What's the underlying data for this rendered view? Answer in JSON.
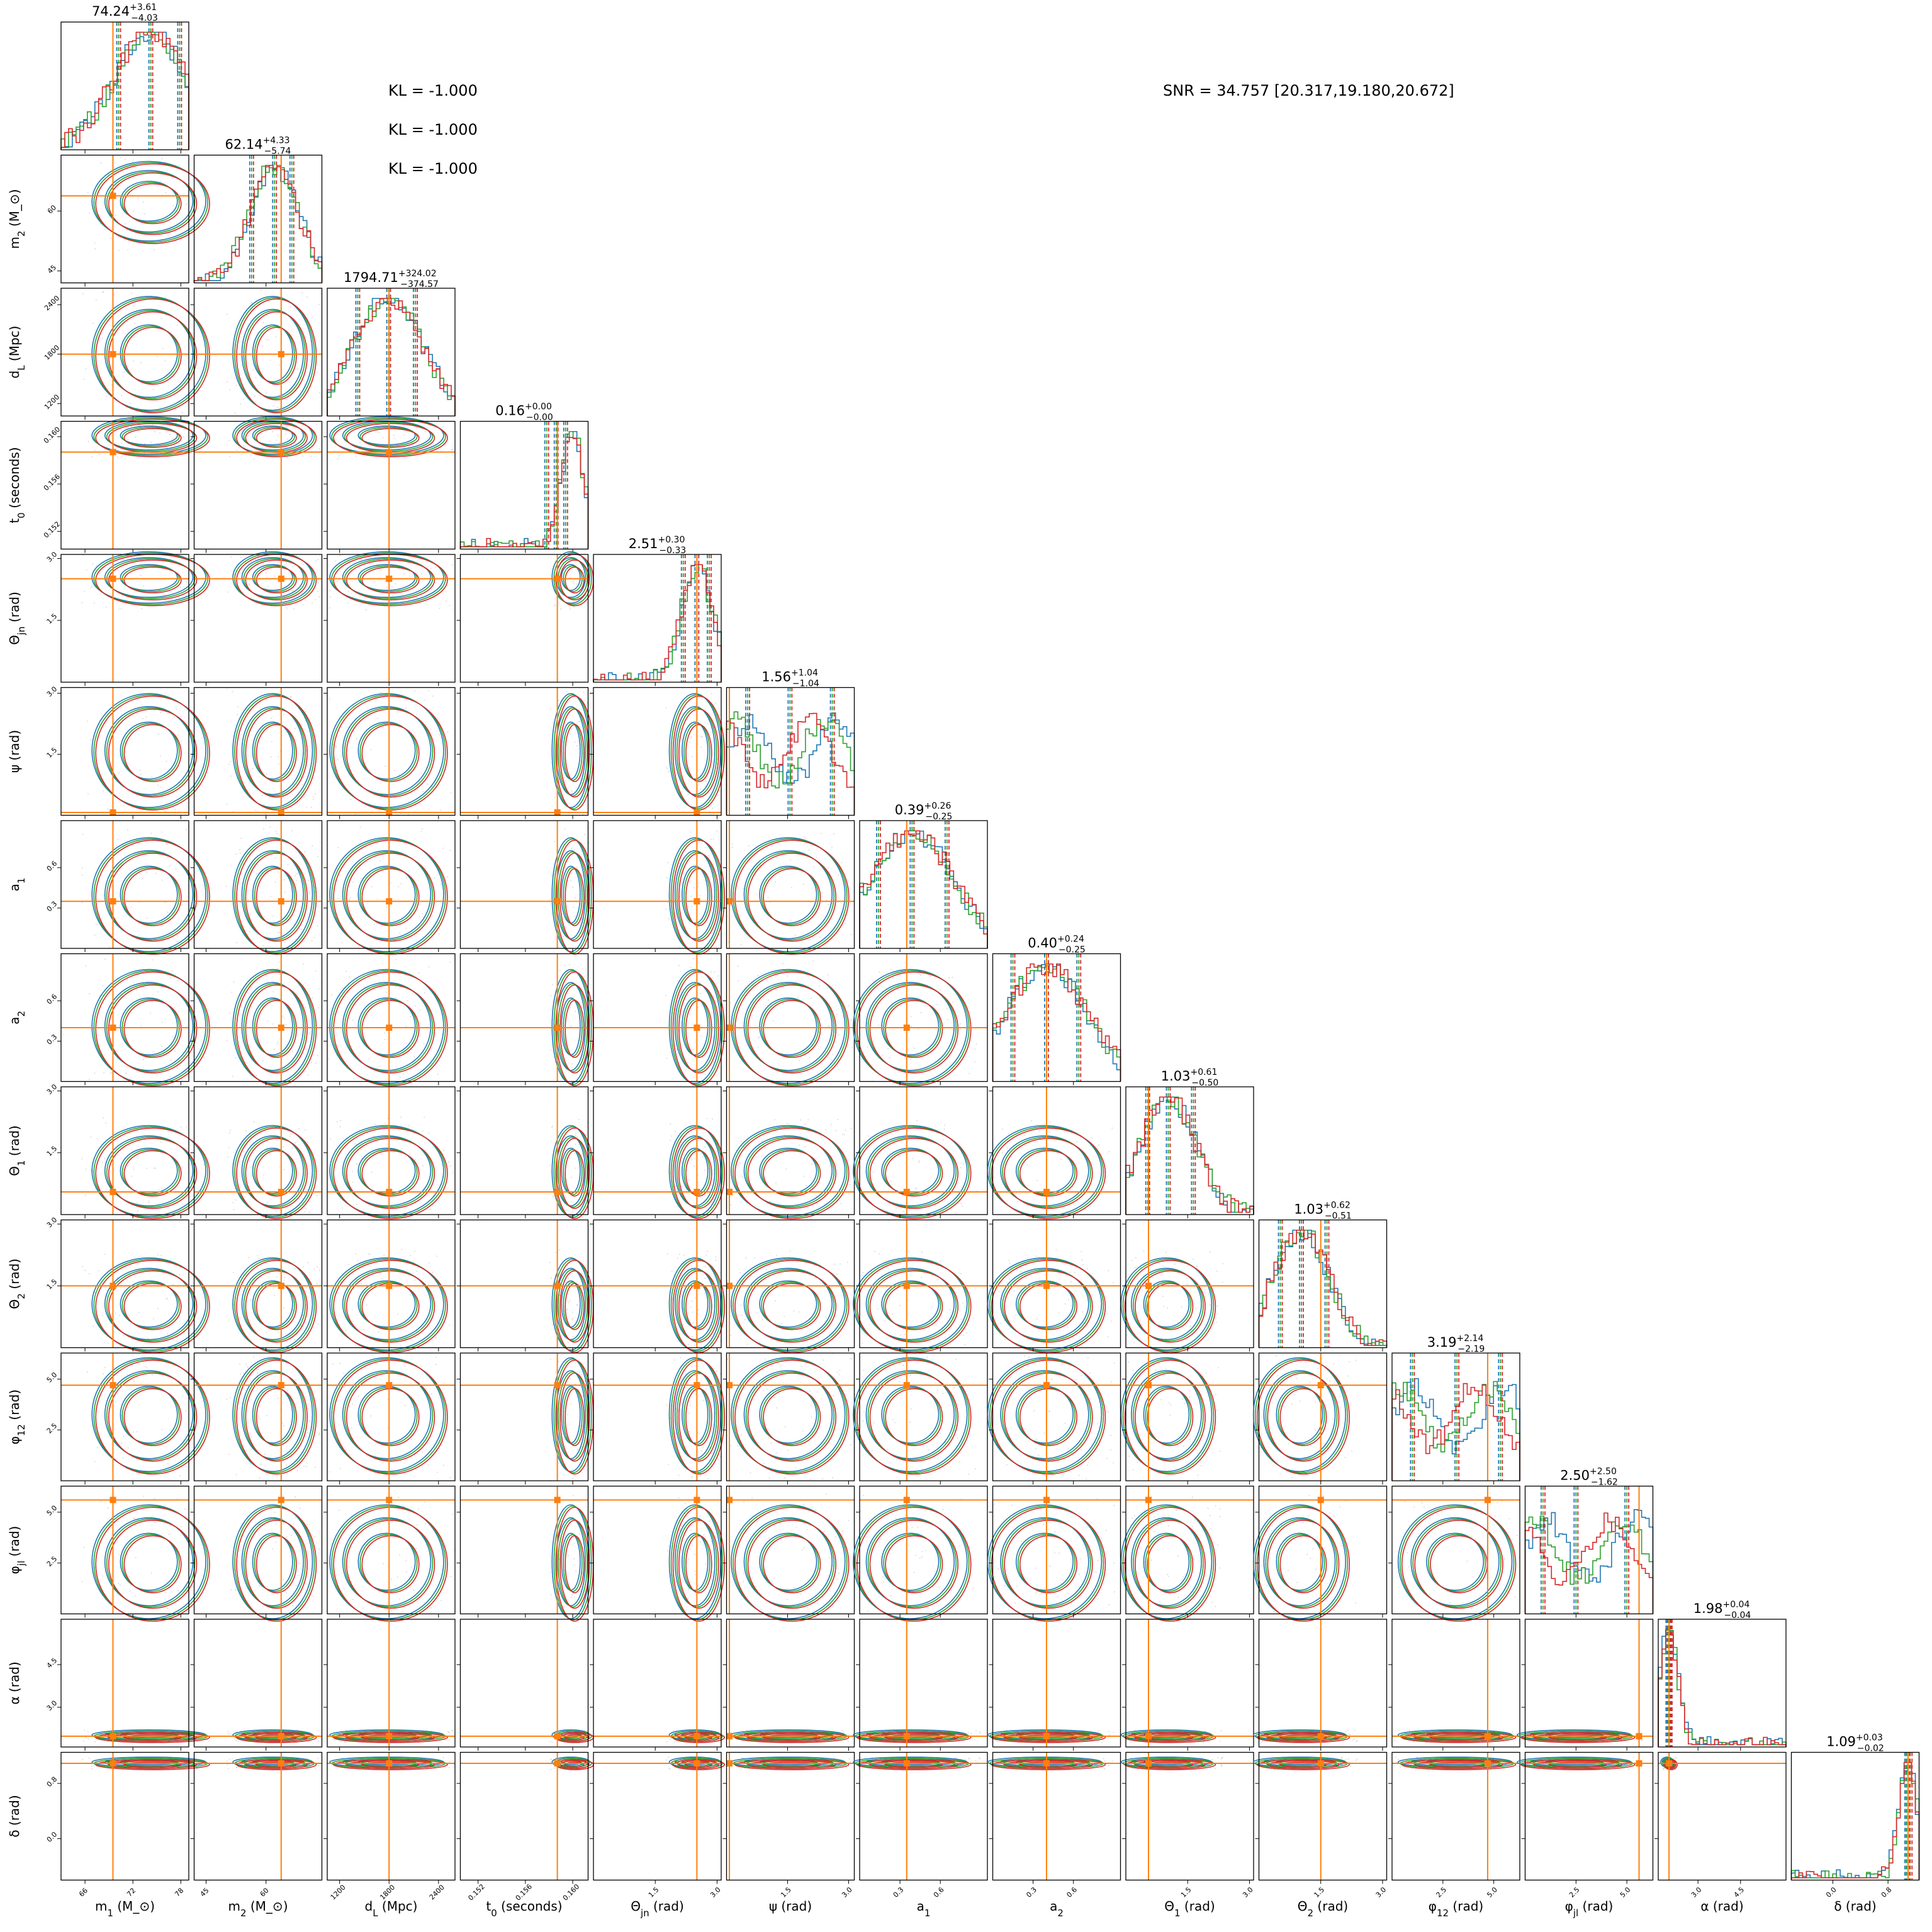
{
  "annotations": {
    "kl": [
      "KL = -1.000",
      "KL = -1.000",
      "KL = -1.000"
    ],
    "snr": "SNR = 34.757 [20.317,19.180,20.672]"
  },
  "chart_data": {
    "type": "corner",
    "grid": false,
    "series_colors": [
      "#1f77b4",
      "#2ca02c",
      "#d62728"
    ],
    "truth_color": "#ff7f0e",
    "parameters": [
      {
        "key": "m1",
        "label": "m_1 (M_⊙)",
        "range": [
          63,
          79
        ],
        "ticks": [
          66,
          72,
          78
        ],
        "tick_labels": [
          "66",
          "72",
          "78"
        ],
        "truth": 69.5,
        "median": "74.24",
        "plus": "+3.61",
        "minus": "−4.03",
        "q": [
          70.21,
          74.24,
          77.85
        ]
      },
      {
        "key": "m2",
        "label": "m_2 (M_⊙)",
        "range": [
          42,
          74
        ],
        "ticks": [
          45,
          60
        ],
        "tick_labels": [
          "45",
          "60"
        ],
        "truth": 63.8,
        "median": "62.14",
        "plus": "+4.33",
        "minus": "−5.74",
        "q": [
          56.4,
          62.14,
          66.47
        ]
      },
      {
        "key": "dL",
        "label": "d_L (Mpc)",
        "range": [
          1050,
          2600
        ],
        "ticks": [
          1200,
          1800,
          2400
        ],
        "tick_labels": [
          "1200",
          "1800",
          "2400"
        ],
        "truth": 1800,
        "median": "1794.71",
        "plus": "+324.02",
        "minus": "−374.57",
        "q": [
          1420.1,
          1794.7,
          2118.7
        ]
      },
      {
        "key": "t0",
        "label": "t_0 (seconds)",
        "range": [
          0.1505,
          0.1613
        ],
        "ticks": [
          0.152,
          0.156,
          0.16
        ],
        "tick_labels": [
          "0.152",
          "0.156",
          "0.160"
        ],
        "truth": 0.1587,
        "median": "0.16",
        "plus": "+0.00",
        "minus": "−0.00",
        "q": [
          0.1578,
          0.1586,
          0.1594
        ]
      },
      {
        "key": "thjn",
        "label": "Θ_jn (rad)",
        "range": [
          0.0,
          3.1
        ],
        "ticks": [
          1.5,
          3.0
        ],
        "tick_labels": [
          "1.5",
          "3.0"
        ],
        "truth": 2.51,
        "median": "2.51",
        "plus": "+0.30",
        "minus": "−0.33",
        "q": [
          2.18,
          2.51,
          2.81
        ]
      },
      {
        "key": "psi",
        "label": "ψ (rad)",
        "range": [
          0.0,
          3.14
        ],
        "ticks": [
          1.5,
          3.0
        ],
        "tick_labels": [
          "1.5",
          "3.0"
        ],
        "truth": 0.07,
        "median": "1.56",
        "plus": "+1.04",
        "minus": "−1.04",
        "q": [
          0.52,
          1.56,
          2.6
        ]
      },
      {
        "key": "a1",
        "label": "a_1",
        "range": [
          0.0,
          0.95
        ],
        "ticks": [
          0.3,
          0.6
        ],
        "tick_labels": [
          "0.3",
          "0.6"
        ],
        "truth": 0.35,
        "median": "0.39",
        "plus": "+0.26",
        "minus": "−0.25",
        "q": [
          0.14,
          0.39,
          0.65
        ]
      },
      {
        "key": "a2",
        "label": "a_2",
        "range": [
          0.0,
          0.95
        ],
        "ticks": [
          0.3,
          0.6
        ],
        "tick_labels": [
          "0.3",
          "0.6"
        ],
        "truth": 0.4,
        "median": "0.40",
        "plus": "+0.24",
        "minus": "−0.25",
        "q": [
          0.15,
          0.4,
          0.64
        ]
      },
      {
        "key": "th1",
        "label": "Θ_1 (rad)",
        "range": [
          0.0,
          3.1
        ],
        "ticks": [
          1.5,
          3.0
        ],
        "tick_labels": [
          "1.5",
          "3.0"
        ],
        "truth": 0.55,
        "median": "1.03",
        "plus": "+0.61",
        "minus": "−0.50",
        "q": [
          0.53,
          1.03,
          1.64
        ]
      },
      {
        "key": "th2",
        "label": "Θ_2 (rad)",
        "range": [
          0.0,
          3.1
        ],
        "ticks": [
          1.5,
          3.0
        ],
        "tick_labels": [
          "1.5",
          "3.0"
        ],
        "truth": 1.5,
        "median": "1.03",
        "plus": "+0.62",
        "minus": "−0.51",
        "q": [
          0.52,
          1.03,
          1.65
        ]
      },
      {
        "key": "phi12",
        "label": "φ_12 (rad)",
        "range": [
          0.0,
          6.28
        ],
        "ticks": [
          2.5,
          5.0
        ],
        "tick_labels": [
          "2.5",
          "5.0"
        ],
        "truth": 4.7,
        "median": "3.19",
        "plus": "+2.14",
        "minus": "−2.19",
        "q": [
          1.0,
          3.19,
          5.33
        ]
      },
      {
        "key": "phijl",
        "label": "φ_jl (rad)",
        "range": [
          0.0,
          6.28
        ],
        "ticks": [
          2.5,
          5.0
        ],
        "tick_labels": [
          "2.5",
          "5.0"
        ],
        "truth": 5.6,
        "median": "2.50",
        "plus": "+2.50",
        "minus": "−1.62",
        "q": [
          0.88,
          2.5,
          5.0
        ]
      },
      {
        "key": "alpha",
        "label": "α (rad)",
        "range": [
          1.6,
          6.1
        ],
        "ticks": [
          3.0,
          4.5
        ],
        "tick_labels": [
          "3.0",
          "4.5"
        ],
        "truth": 1.98,
        "median": "1.98",
        "plus": "+0.04",
        "minus": "−0.04",
        "q": [
          1.94,
          1.98,
          2.02
        ]
      },
      {
        "key": "delta",
        "label": "δ (rad)",
        "range": [
          -0.6,
          1.25
        ],
        "ticks": [
          0.0,
          0.8
        ],
        "tick_labels": [
          "0.0",
          "0.8"
        ],
        "truth": 1.09,
        "median": "1.09",
        "plus": "+0.03",
        "minus": "−0.02",
        "q": [
          1.07,
          1.09,
          1.12
        ]
      }
    ]
  }
}
